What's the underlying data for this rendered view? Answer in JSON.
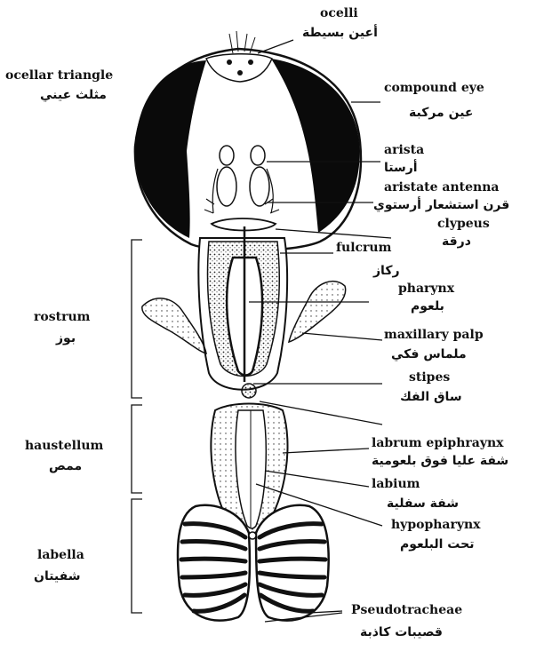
{
  "labels": {
    "ocelli_en": "ocelli",
    "ocelli_ar": "أعين بسيطة",
    "ocellar_triangle_en": "ocellar triangle",
    "ocellar_triangle_ar": "مثلث عيني",
    "compound_eye_en": "compound eye",
    "compound_eye_ar": "عين مركبة",
    "arista_en": "arista",
    "arista_ar": "أرستا",
    "aristate_antenna_en": "aristate antenna",
    "aristate_antenna_ar": "قرن استشعار أرستوي",
    "clypeus_en": "clypeus",
    "clypeus_ar": "درقة",
    "fulcrum_en": "fulcrum",
    "fulcrum_ar": "ركاز",
    "pharynx_en": "pharynx",
    "pharynx_ar": "بلعوم",
    "maxillary_palp_en": "maxillary palp",
    "maxillary_palp_ar": "ملماس فكي",
    "stipes_en": "stipes",
    "stipes_ar": "ساق الفك",
    "labrum_epipharynx_en": "labrum epiphraynx",
    "labrum_epipharynx_ar": "شفة عليا فوق بلعومية",
    "labium_en": "labium",
    "labium_ar": "شفة سفلية",
    "hypopharynx_en": "hypopharynx",
    "hypopharynx_ar": "تحت البلعوم",
    "pseudotracheae_en": "Pseudotracheae",
    "pseudotracheae_ar": "قصيبات كاذبة",
    "rostrum_en": "rostrum",
    "rostrum_ar": "بوز",
    "haustellum_en": "haustellum",
    "haustellum_ar": "ممص",
    "labella_en": "labella",
    "labella_ar": "شفيتان"
  }
}
